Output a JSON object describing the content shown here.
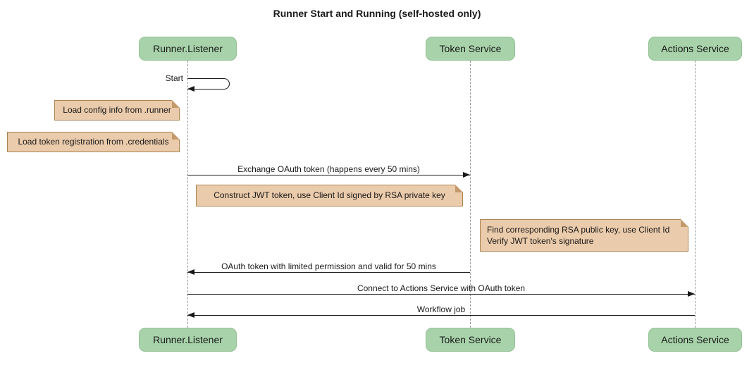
{
  "title": "Runner Start and Running (self-hosted only)",
  "diagram_type": "sequence",
  "participants": [
    {
      "name": "Runner.Listener"
    },
    {
      "name": "Token Service"
    },
    {
      "name": "Actions Service"
    }
  ],
  "self_message": {
    "label": "Start",
    "participant": "Runner.Listener"
  },
  "notes": [
    {
      "text": "Load config info from .runner",
      "position": "left of Runner.Listener"
    },
    {
      "text": "Load token registration from .credentials",
      "position": "left of Runner.Listener"
    },
    {
      "text": "Construct JWT token, use Client Id signed by RSA private key",
      "position": "between Runner.Listener and Token Service"
    },
    {
      "line1": "Find corresponding RSA public key, use Client Id",
      "line2": "Verify JWT token's signature",
      "position": "between Token Service and Actions Service"
    }
  ],
  "messages": [
    {
      "label": "Exchange OAuth token (happens every 50 mins)",
      "from": "Runner.Listener",
      "to": "Token Service"
    },
    {
      "label": "OAuth token with limited permission and valid for 50 mins",
      "from": "Token Service",
      "to": "Runner.Listener"
    },
    {
      "label": "Connect to Actions Service with OAuth token",
      "from": "Runner.Listener",
      "to": "Actions Service"
    },
    {
      "label": "Workflow job",
      "from": "Actions Service",
      "to": "Runner.Listener"
    }
  ],
  "colors": {
    "actor_fill": "#A8D3AA",
    "actor_border": "#93C095",
    "note_fill": "#EACBAB",
    "note_border": "#AA8552",
    "note_fold": "#C49A6C",
    "lifeline": "#999999",
    "arrow": "#181818",
    "text": "#1A1A1A",
    "background": "#FFFFFF"
  }
}
